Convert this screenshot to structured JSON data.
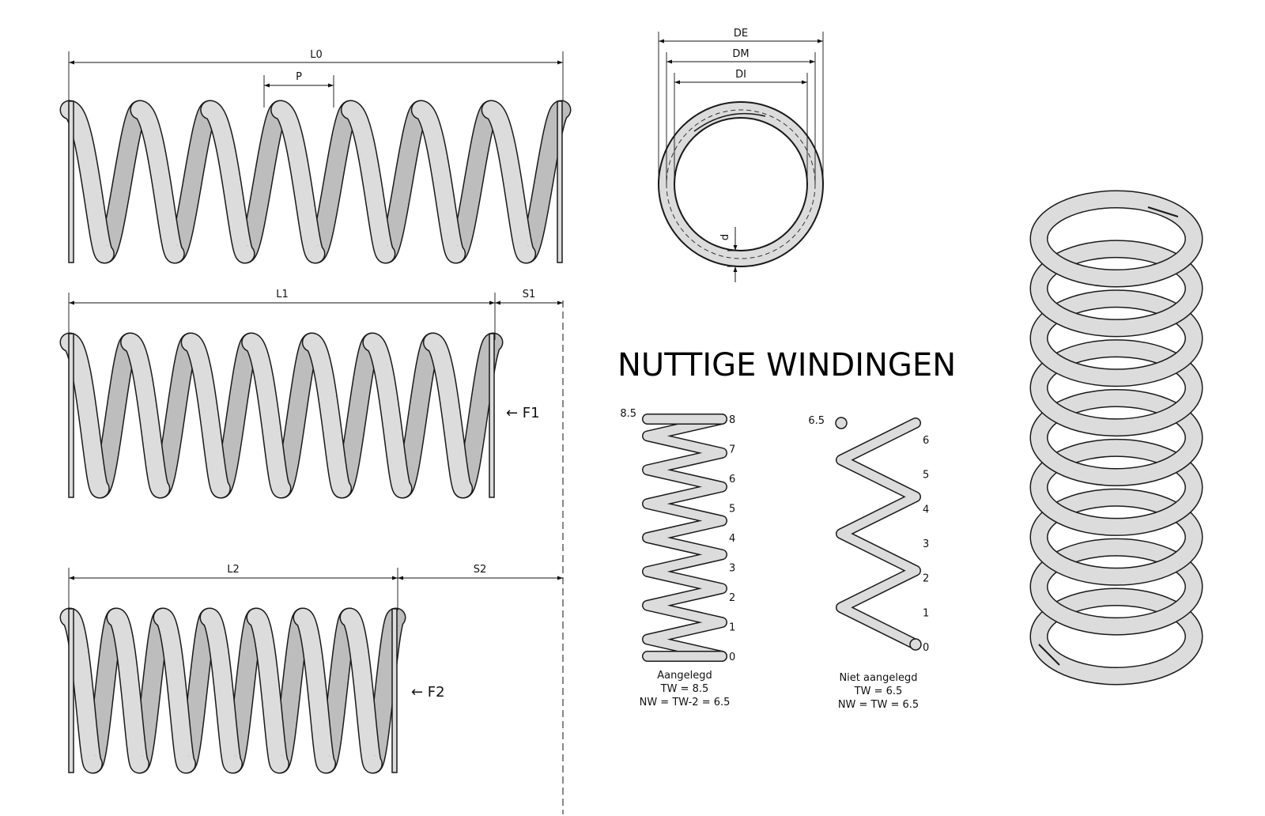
{
  "side_views": {
    "free": {
      "length_label": "L0",
      "pitch_label": "P"
    },
    "loaded_1": {
      "length_label": "L1",
      "stroke_label": "S1",
      "force_label": "← F1"
    },
    "loaded_2": {
      "length_label": "L2",
      "stroke_label": "S2",
      "force_label": "← F2"
    }
  },
  "top_view": {
    "outer_diameter_label": "DE",
    "mean_diameter_label": "DM",
    "inner_diameter_label": "DI",
    "wire_diameter_label": "d"
  },
  "useful_coils": {
    "title": "NUTTIGE WINDINGEN",
    "ground": {
      "top_label": "8.5",
      "coil_numbers": [
        "8",
        "7",
        "6",
        "5",
        "4",
        "3",
        "2",
        "1",
        "0"
      ],
      "caption_lines": [
        "Aangelegd",
        "TW = 8.5",
        "NW = TW-2 = 6.5"
      ]
    },
    "not_ground": {
      "top_label": "6.5",
      "coil_numbers": [
        "6",
        "5",
        "4",
        "3",
        "2",
        "1",
        "0"
      ],
      "caption_lines": [
        "Niet aangelegd",
        "TW = 6.5",
        "NW = TW = 6.5"
      ]
    }
  },
  "colors": {
    "spring_fill": "#dcdcdc",
    "spring_stroke": "#1a1a1a",
    "line": "#111111"
  }
}
